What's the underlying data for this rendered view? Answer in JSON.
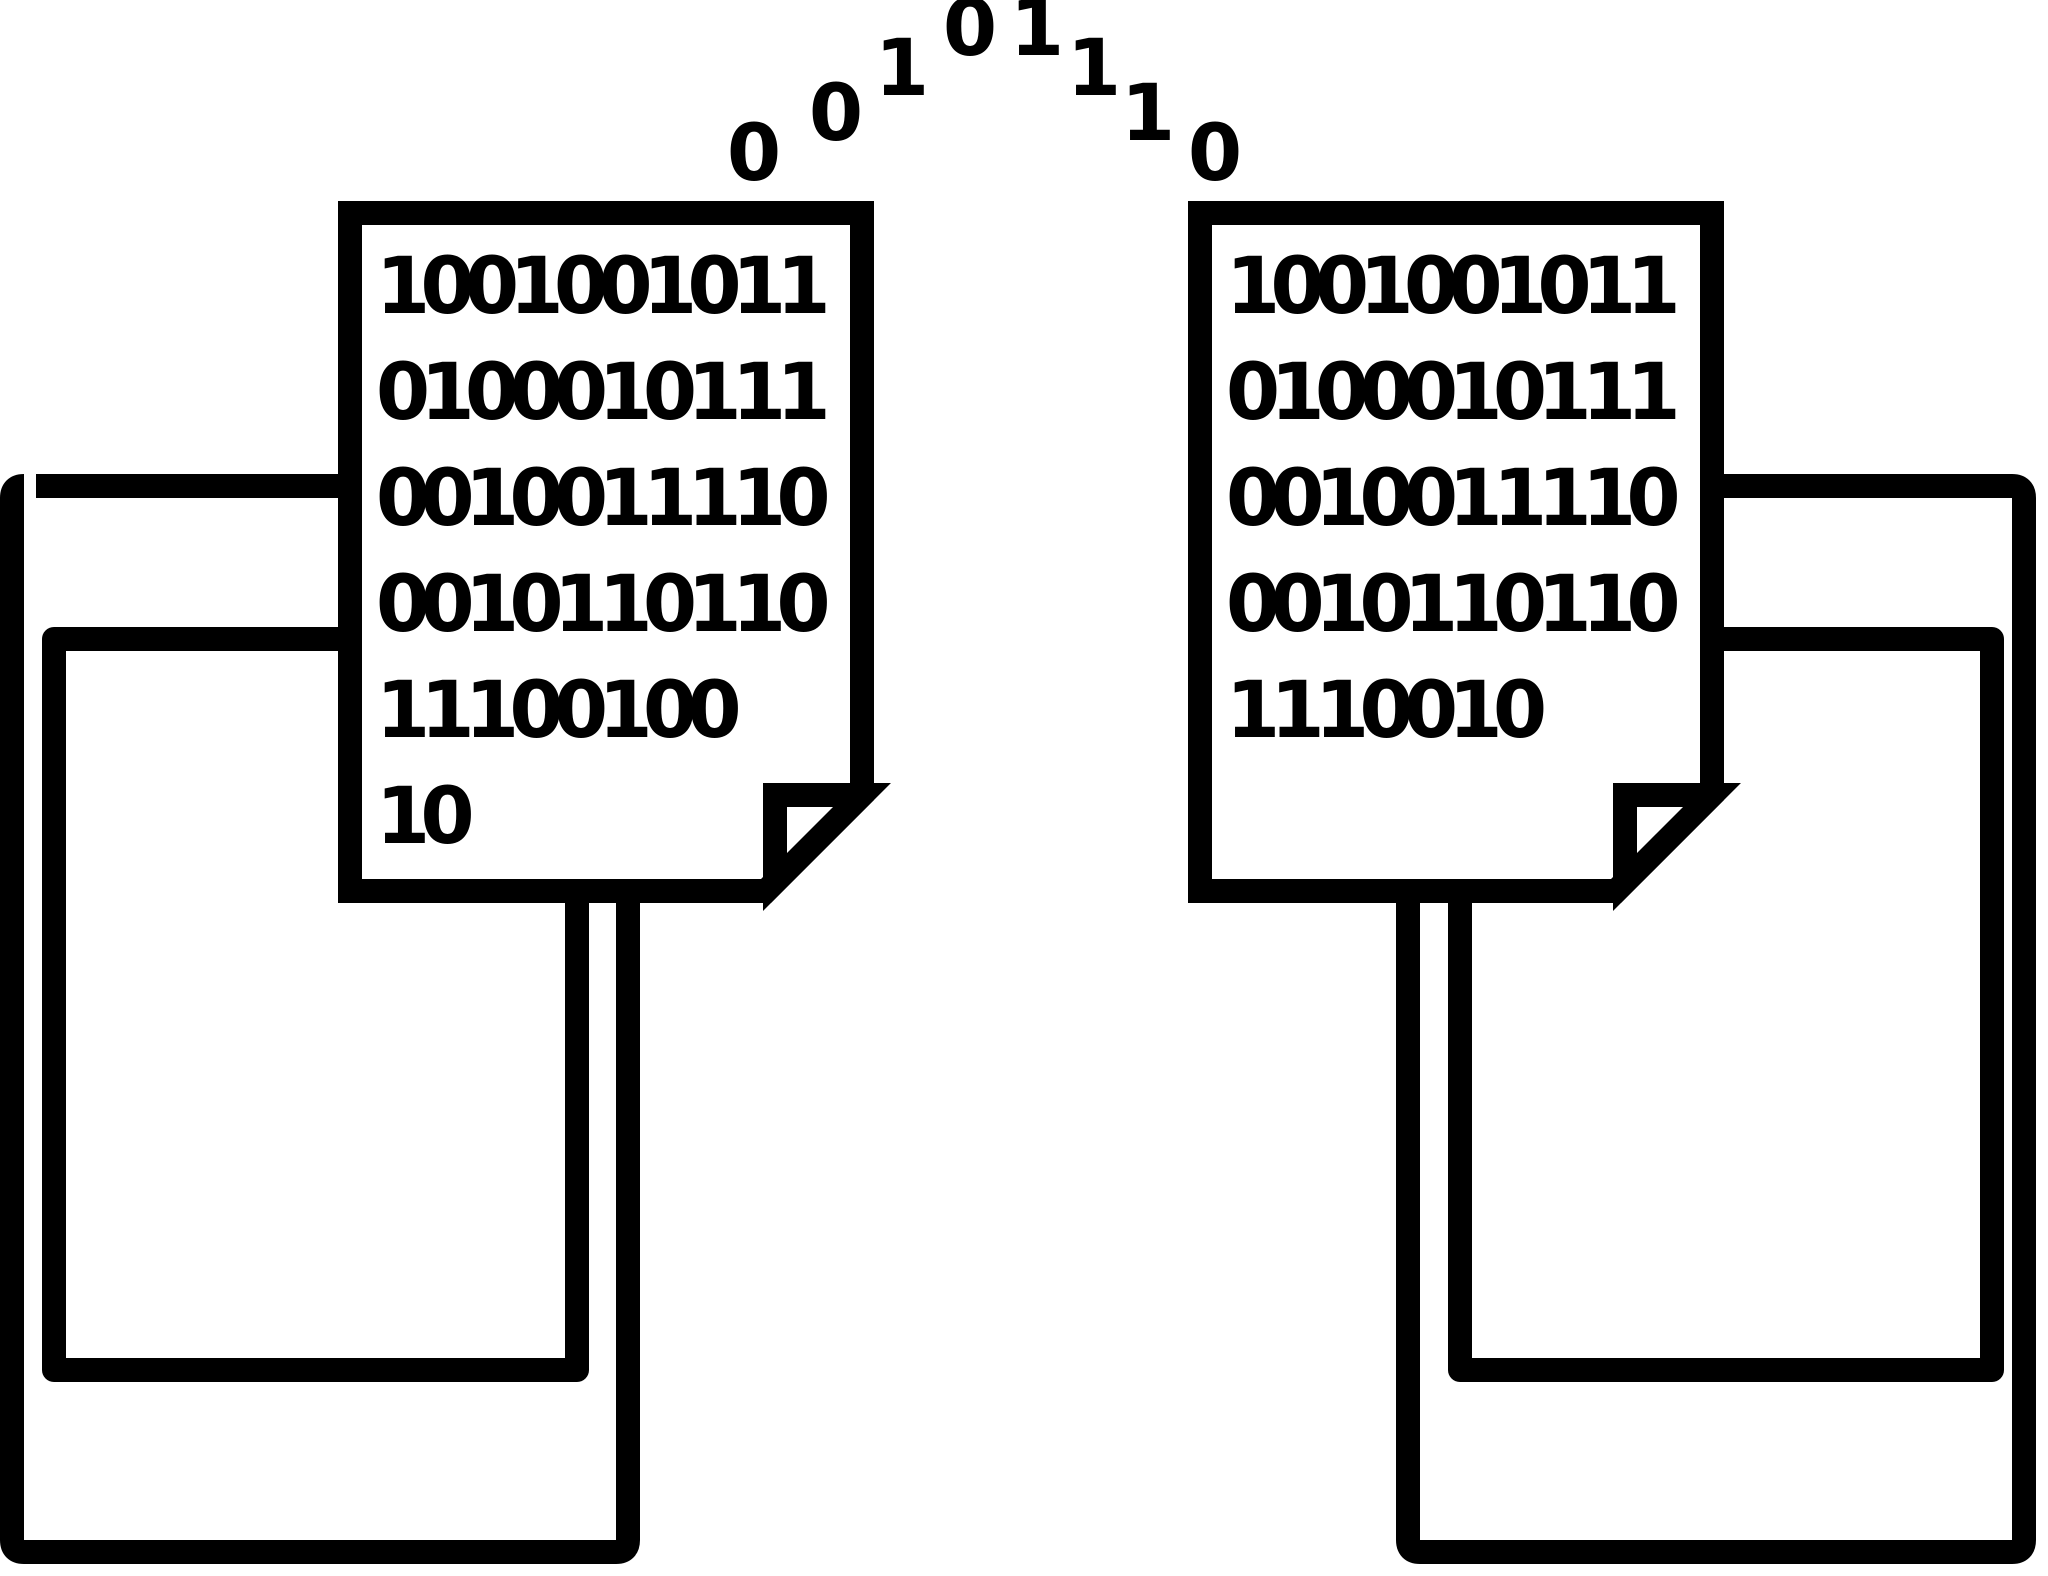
{
  "colors": {
    "stroke": "#000000",
    "background": "#ffffff"
  },
  "left_document": {
    "lines": [
      "1001001011",
      "0100010111",
      "0010011110",
      "0010110110",
      "11100100",
      "10"
    ]
  },
  "right_document": {
    "lines": [
      "1001001011",
      "0100010111",
      "0010011110",
      "0010110110",
      "1110010"
    ]
  },
  "transfer_stream": {
    "digits": [
      "0",
      "0",
      "1",
      "0",
      "1",
      "1",
      "1",
      "0"
    ]
  }
}
